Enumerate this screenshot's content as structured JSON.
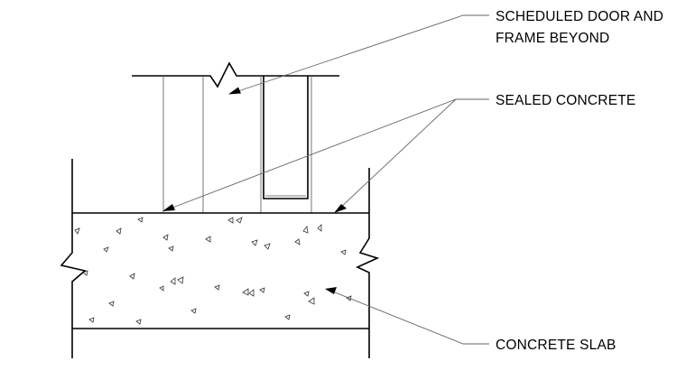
{
  "labels": {
    "door_line1": "SCHEDULED DOOR AND",
    "door_line2": "FRAME BEYOND",
    "sealed_concrete": "SEALED CONCRETE",
    "concrete_slab": "CONCRETE SLAB"
  },
  "colors": {
    "linework": "#000000",
    "leader": "#666666",
    "background": "#ffffff"
  }
}
